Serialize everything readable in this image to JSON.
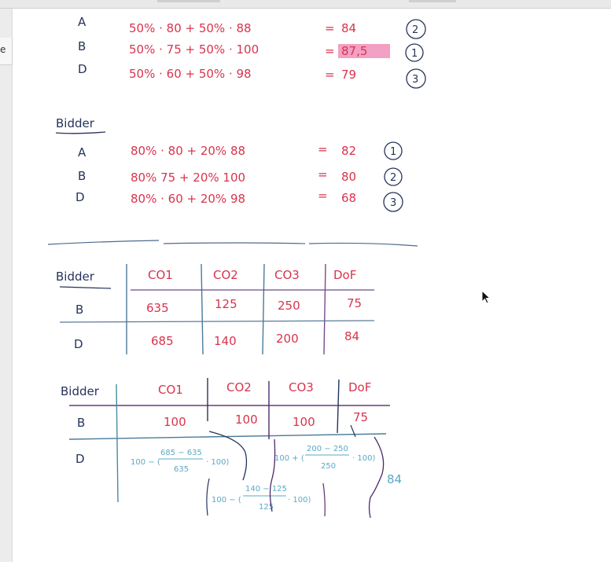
{
  "window": {
    "side_tab_label": "e"
  },
  "section1": {
    "rows": [
      {
        "letter": "A",
        "formula": "50% · 80 + 50% · 88",
        "eq": "=",
        "result": "84",
        "rank": "2"
      },
      {
        "letter": "B",
        "formula": "50% · 75 + 50% · 100",
        "eq": "=",
        "result": "87,5",
        "rank": "1",
        "highlight": true
      },
      {
        "letter": "D",
        "formula": "50% · 60 + 50% · 98",
        "eq": "=",
        "result": "79",
        "rank": "3"
      }
    ]
  },
  "section2": {
    "title": "Bidder",
    "rows": [
      {
        "letter": "A",
        "formula": "80% · 80 + 20% 88",
        "eq": "=",
        "result": "82",
        "rank": "1"
      },
      {
        "letter": "B",
        "formula": "80% 75 + 20% 100",
        "eq": "=",
        "result": "80",
        "rank": "2"
      },
      {
        "letter": "D",
        "formula": "80% · 60 + 20% 98",
        "eq": "=",
        "result": "68",
        "rank": "3"
      }
    ]
  },
  "table1": {
    "headers": [
      "Bidder",
      "CO1",
      "CO2",
      "CO3",
      "DoF"
    ],
    "rows": [
      [
        "B",
        "635",
        "125",
        "250",
        "75"
      ],
      [
        "D",
        "685",
        "140",
        "200",
        "84"
      ]
    ]
  },
  "table2": {
    "headers": [
      "Bidder",
      "CO1",
      "CO2",
      "CO3",
      "DoF"
    ],
    "row_b": [
      "B",
      "100",
      "100",
      "100",
      "75"
    ],
    "row_d_label": "D",
    "formula_co1": {
      "prefix": "100 − (",
      "numerator": "685 − 635",
      "denominator": "635",
      "suffix": "· 100)"
    },
    "formula_co2": {
      "prefix": "100 − (",
      "numerator": "140 − 125",
      "denominator": "125",
      "suffix": "· 100)"
    },
    "formula_co3": {
      "prefix": "100 + (",
      "numerator": "200 − 250",
      "denominator": "250",
      "suffix": "· 100)"
    },
    "dof_d": "84"
  },
  "colors": {
    "ink_red": "#d8344d",
    "ink_navy": "#26345a",
    "ink_teal": "#5aa9c4",
    "highlight": "#f08fb8"
  }
}
